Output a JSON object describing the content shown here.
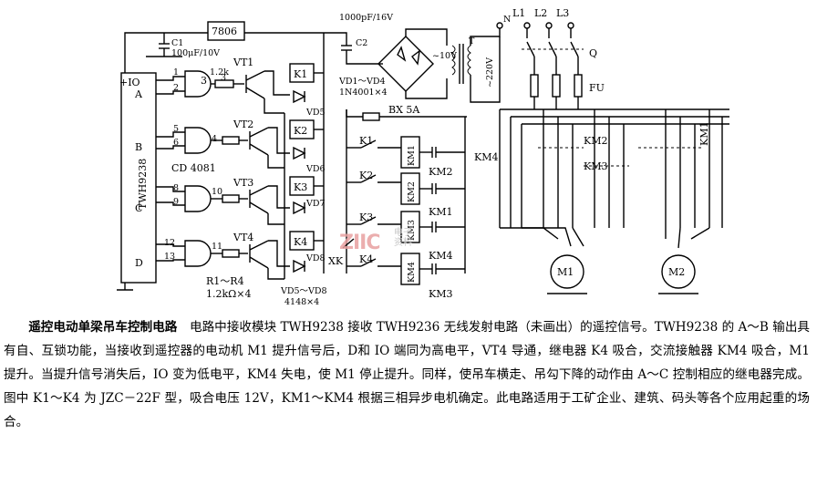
{
  "diagram": {
    "ic_twh": "TWH9238",
    "ic_ports": [
      "+IO",
      "A",
      "B",
      "C",
      "D"
    ],
    "regulator": "7806",
    "c1": "C1",
    "c1_value": "100μF/10V",
    "c2": "C2",
    "c2_value": "1000pF/16V",
    "bridge": "VD1～VD4",
    "bridge_diode": "1N4001×4",
    "trans_sec": "~10V",
    "trans_pri": "~220V",
    "trans_t": "T",
    "node_n": "N",
    "gate_ic": "CD 4081",
    "pins": [
      "1",
      "2",
      "3",
      "4",
      "5",
      "6",
      "8",
      "9",
      "10",
      "11",
      "12",
      "13"
    ],
    "r1": "1.2k",
    "resistors": "R1～R4",
    "resistors_value": "1.2kΩ×4",
    "transistors": [
      "VT1",
      "VT2",
      "VT3",
      "VT4"
    ],
    "relays": [
      "K1",
      "K2",
      "K3",
      "K4"
    ],
    "free_diodes": [
      "VD5",
      "VD6",
      "VD7",
      "VD8"
    ],
    "diodes_range": "VD5～VD8",
    "diodes_type": "4148×4",
    "fuse_bx": "BX 5A",
    "switches": [
      "K1",
      "K2",
      "K3",
      "K4"
    ],
    "xk": "XK",
    "contactors": [
      "KM1",
      "KM2",
      "KM3",
      "KM4"
    ],
    "interlocks": [
      "KM2",
      "KM1",
      "KM4",
      "KM3"
    ],
    "phases": [
      "L1",
      "L2",
      "L3"
    ],
    "q": "Q",
    "fu": "FU",
    "km_main": [
      "KM4",
      "KM2",
      "KM3",
      "KM1"
    ],
    "motors": [
      "M1",
      "M2"
    ]
  },
  "watermark": {
    "logo": "ZIIC",
    "sub1": "电子",
    "sub2": "资料"
  },
  "caption": {
    "title": "遥控电动单梁吊车控制电路",
    "body": "电路中接收模块 TWH9238 接收 TWH9236 无线发射电路（未画出）的遥控信号。TWH9238 的 A～B 输出具有自、互锁功能，当接收到遥控器的电动机 M1 提升信号后，D和 IO 端同为高电平，VT4 导通，继电器 K4 吸合，交流接触器 KM4 吸合，M1 提升。当提升信号消失后，IO 变为低电平，KM4 失电，使 M1 停止提升。同样，使吊车横走、吊勾下降的动作由 A～C 控制相应的继电器完成。图中 K1～K4 为 JZC－22F 型，吸合电压 12V，KM1～KM4 根据三相异步电机确定。此电路适用于工矿企业、建筑、码头等各个应用起重的场合。"
  }
}
